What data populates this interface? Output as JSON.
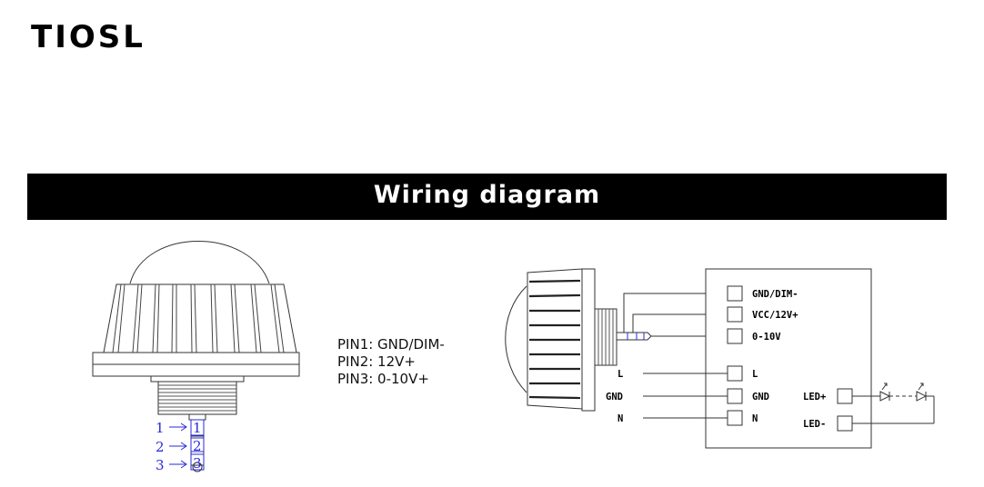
{
  "brand": {
    "logo_text": "TIOSL"
  },
  "banner": {
    "title": "Wiring diagram"
  },
  "pin_legend": [
    {
      "text": "PIN1: GND/DIM-"
    },
    {
      "text": "PIN2: 12V+"
    },
    {
      "text": "PIN3: 0-10V+"
    }
  ],
  "pin_callouts": [
    "1",
    "2",
    "3"
  ],
  "terminal_block": {
    "signal_terminals": [
      "GND/DIM-",
      "VCC/12V+",
      "0-10V"
    ],
    "power_terminals": [
      "L",
      "GND",
      "N"
    ],
    "led_terminals": [
      "LED+",
      "LED-"
    ]
  },
  "mains_labels": [
    "L",
    "GND",
    "N"
  ],
  "colors": {
    "banner_bg": "#000000",
    "banner_text": "#ffffff",
    "callout_blue": "#2a2ad8",
    "line": "#333333"
  }
}
